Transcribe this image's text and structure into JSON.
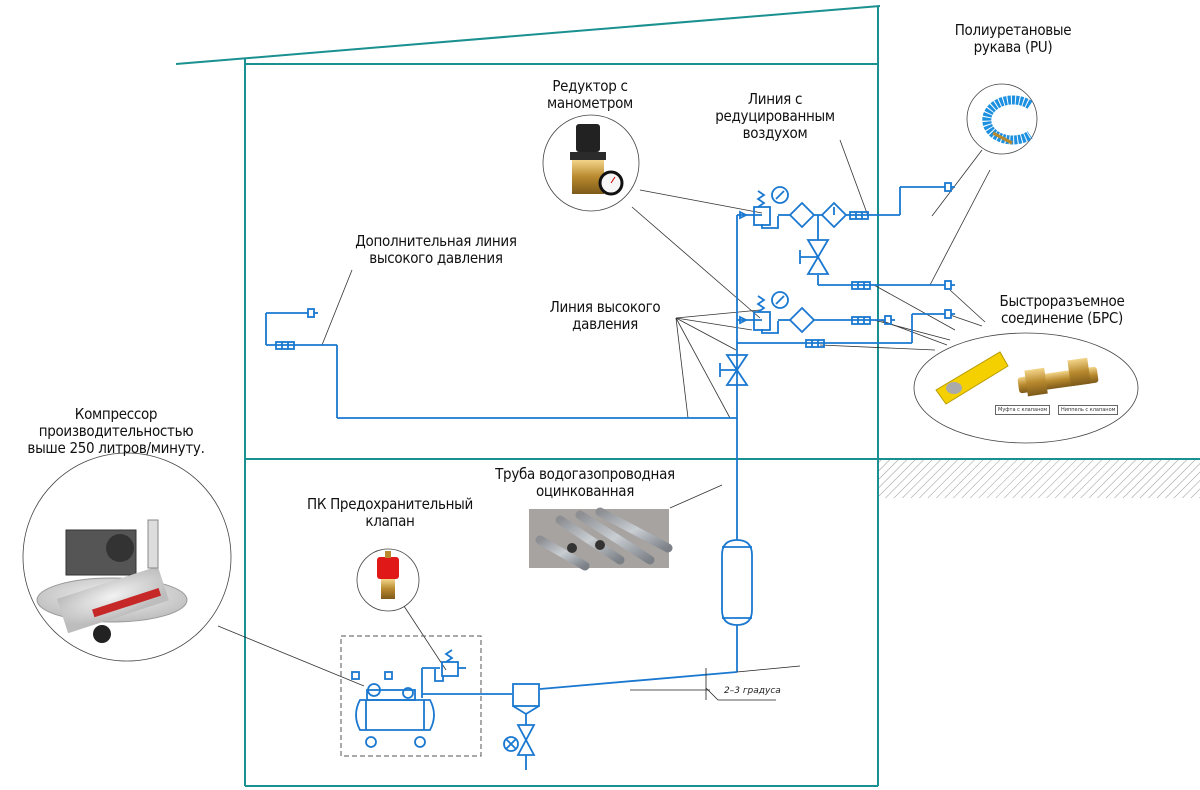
{
  "title": "Схема пневмосети компрессора",
  "colors": {
    "building": "#1a9090",
    "pipe": "#1a78d0",
    "leader": "#333333",
    "hatch": "#999999",
    "dashed_box": "#555555"
  },
  "labels": {
    "compressor": [
      "Компрессор",
      "производительностью",
      "выше 250 литров/минуту."
    ],
    "pu_hoses": [
      "Полиуретановые",
      "рукава (PU)"
    ],
    "reducer": [
      "Редуктор с",
      "манометром"
    ],
    "reduced_line": [
      "Линия с",
      "редуцированным",
      "воздухом"
    ],
    "extra_hp_line": [
      "Дополнительная линия",
      "высокого давления"
    ],
    "hp_line": [
      "Линия высокого",
      "давления"
    ],
    "quick_coupling": [
      "Быстроразъемное",
      "соединение (БРС)"
    ],
    "galv_pipe": [
      "Труба водогазопроводная",
      "оцинкованная"
    ],
    "safety_valve": [
      "ПК Предохранительный",
      "клапан"
    ],
    "slope": "2–3 градуса",
    "coupling_socket": "Муфта с клапаном",
    "coupling_nipple": "Ниппель с клапаном"
  },
  "icons": {
    "compressor_photo": "compressor-photo",
    "reducer_photo": "pressure-regulator-photo",
    "hose_photo": "spiral-hose-photo",
    "coupling_photo": "quick-coupling-photo",
    "pipe_photo": "galvanized-pipe-photo",
    "safety_valve_photo": "safety-valve-photo"
  }
}
